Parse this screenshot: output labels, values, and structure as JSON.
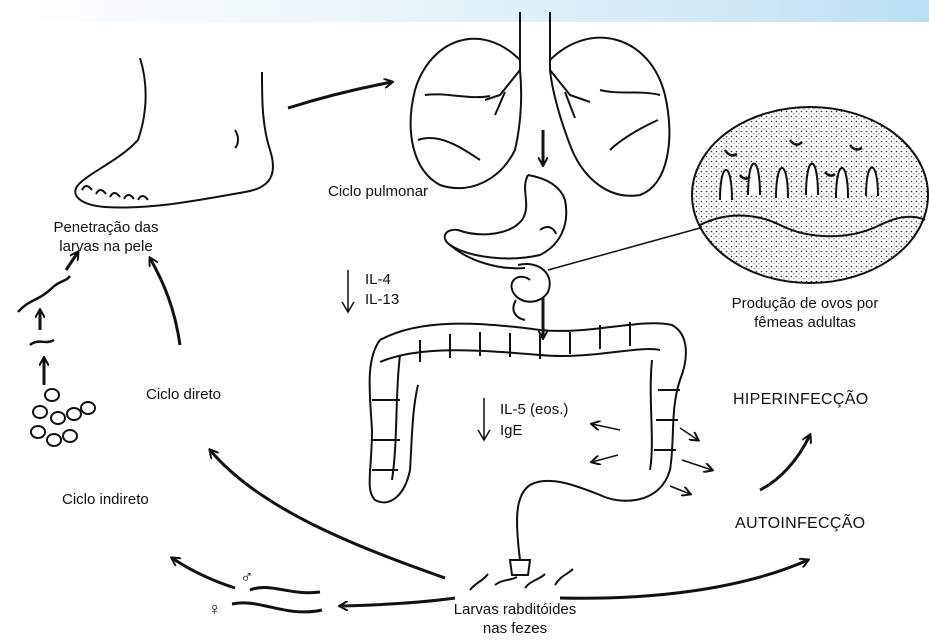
{
  "labels": {
    "skin_penetration_l1": "Penetração das",
    "skin_penetration_l2": "larvas na pele",
    "pulmonary_cycle": "Ciclo pulmonar",
    "il4": "IL-4",
    "il13": "IL-13",
    "egg_production_l1": "Produção de ovos por",
    "egg_production_l2": "fêmeas adultas",
    "direct_cycle": "Ciclo direto",
    "indirect_cycle": "Ciclo indireto",
    "il5": "IL-5 (eos.)",
    "ige": "IgE",
    "hyperinfection": "HIPERINFECÇÃO",
    "autoinfection": "AUTOINFECÇÃO",
    "rhabditoid_l1": "Larvas rabditóides",
    "rhabditoid_l2": "nas fezes",
    "male_symbol": "♂",
    "female_symbol": "♀"
  },
  "colors": {
    "line": "#111111",
    "background": "#ffffff",
    "top_band": "#cfe8f6"
  }
}
